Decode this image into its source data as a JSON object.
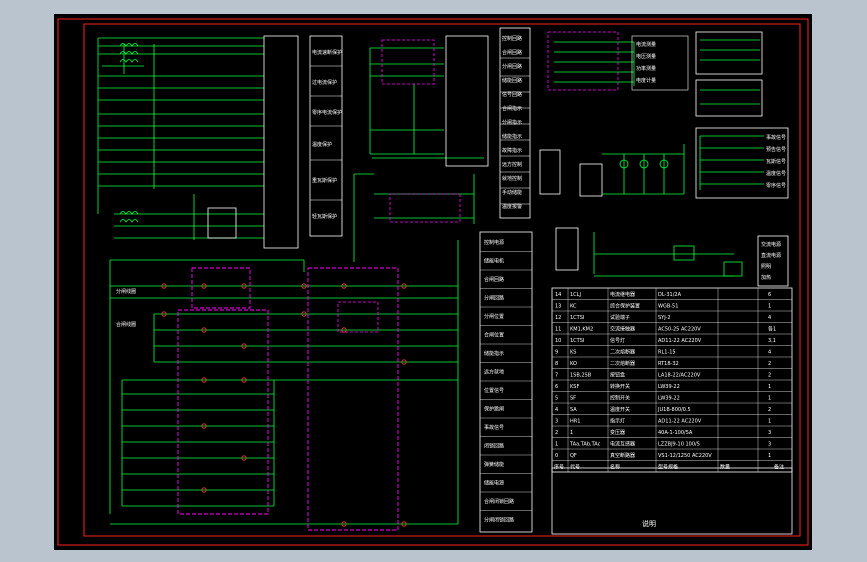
{
  "colors": {
    "background": "#b9c4cf",
    "sheet": "#000000",
    "frame": "#ff2020",
    "wire": "#00ff40",
    "dashed_box": "#ff00ff",
    "text": "#ffffff",
    "label_red": "#ff3a3a",
    "terminal_blue": "#4070ff"
  },
  "top_left_function_labels": [
    "电流速断保护",
    "过电流保护",
    "零序电流保护",
    "温度保护",
    "重瓦斯保护",
    "轻瓦斯保护"
  ],
  "top_center_right_labels": [
    "控制回路",
    "合闸回路",
    "分闸回路",
    "储能回路",
    "信号回路",
    "合闸指示",
    "分闸指示",
    "储能指示",
    "故障指示",
    "远方控制",
    "就地控制",
    "手动储能",
    "温度报警"
  ],
  "top_right_upper_labels": [
    "电流测量",
    "电压测量",
    "功率测量",
    "电度计量"
  ],
  "right_mid_labels": [
    "事故信号",
    "预告信号",
    "瓦斯信号",
    "温度信号",
    "零序信号"
  ],
  "right_small_labels": [
    "交流电源",
    "直流电源",
    "照明",
    "加热"
  ],
  "lower_left_labels": [
    "分闸线圈",
    "合闸线圈"
  ],
  "center_column_labels": [
    "控制电源",
    "储能电机",
    "合闸回路",
    "分闸回路",
    "分闸位置",
    "合闸位置",
    "储能指示",
    "远方就地",
    "位置信号",
    "保护跳闸",
    "事故信号",
    "闭锁回路",
    "弹簧储能",
    "储能电源",
    "合闸闭锁回路",
    "分闸闭锁回路"
  ],
  "component_table": {
    "headers": [
      "序号",
      "代号",
      "名称",
      "型号规格",
      "数量",
      "备注"
    ],
    "rows": [
      {
        "no": "14",
        "code": "1CLJ",
        "name": "电流继电器",
        "model": "DL-31/2A",
        "qty": "6"
      },
      {
        "no": "13",
        "code": "KC",
        "name": "综合保护装置",
        "model": "WGB-51",
        "qty": "1"
      },
      {
        "no": "12",
        "code": "1CTSI",
        "name": "试验端子",
        "model": "SYJ-2",
        "qty": "4"
      },
      {
        "no": "11",
        "code": "KM1,KM2",
        "name": "交流接触器",
        "model": "AC50-25 AC220V",
        "qty": "各1"
      },
      {
        "no": "10",
        "code": "1CTSI",
        "name": "信号灯",
        "model": "AD11-22 AC220V",
        "qty": "3,1"
      },
      {
        "no": "9",
        "code": "KS",
        "name": "二次熔断器",
        "model": "RL1-15",
        "qty": "4"
      },
      {
        "no": "8",
        "code": "KO",
        "name": "二次熔断器",
        "model": "RT18-32",
        "qty": "2"
      },
      {
        "no": "7",
        "code": "1SB,2SB",
        "name": "按钮盒",
        "model": "LA18-22/AC220V",
        "qty": "2"
      },
      {
        "no": "6",
        "code": "KSF",
        "name": "转换开关",
        "model": "LW39-22",
        "qty": "1"
      },
      {
        "no": "5",
        "code": "SF",
        "name": "控制开关",
        "model": "LW39-22",
        "qty": "1"
      },
      {
        "no": "4",
        "code": "SA",
        "name": "温度开关",
        "model": "JU1B-800/0.5",
        "qty": "2"
      },
      {
        "no": "3",
        "code": "HR1",
        "name": "指示灯",
        "model": "AD11-22 AC220V",
        "qty": "1"
      },
      {
        "no": "2",
        "code": "1",
        "name": "变压器",
        "model": "40A-1-100/5A",
        "qty": "3"
      },
      {
        "no": "1",
        "code": "TAa,TAb,TAc",
        "name": "电流互感器",
        "model": "LZZBJ9-10 100/5",
        "qty": "3"
      },
      {
        "no": "0",
        "code": "QF",
        "name": "真空断路器",
        "model": "VS1-12/1250 AC220V",
        "qty": "1"
      }
    ]
  },
  "title_block": {
    "title": "说明"
  }
}
